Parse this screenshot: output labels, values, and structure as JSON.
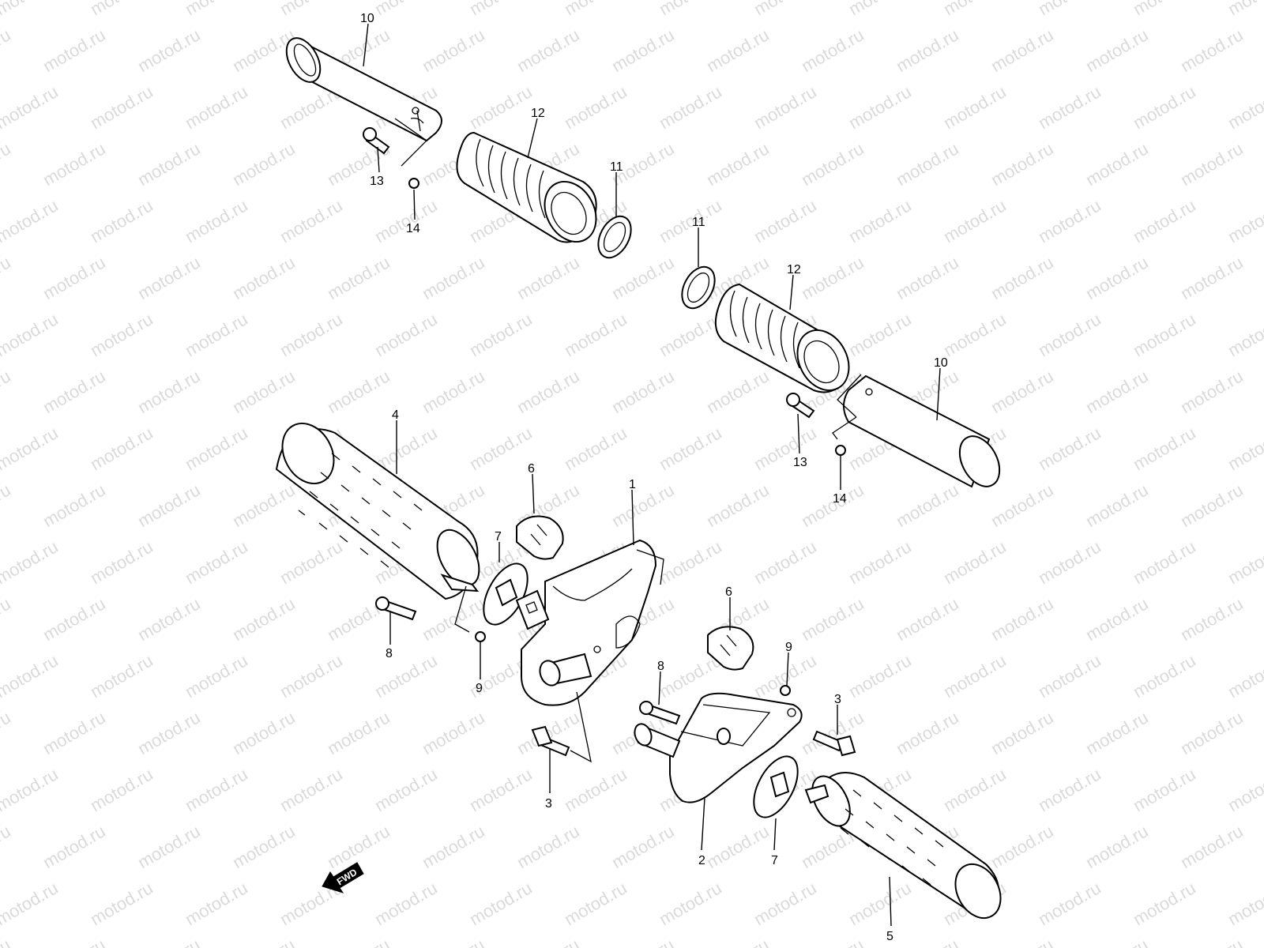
{
  "watermark": "motod.ru",
  "callouts": {
    "c1": "1",
    "c2": "2",
    "c3a": "3",
    "c3b": "3",
    "c4": "4",
    "c5": "5",
    "c6a": "6",
    "c6b": "6",
    "c7a": "7",
    "c7b": "7",
    "c8a": "8",
    "c8b": "8",
    "c9a": "9",
    "c9b": "9",
    "c10a": "10",
    "c10b": "10",
    "c11a": "11",
    "c11b": "11",
    "c12a": "12",
    "c12b": "12",
    "c13a": "13",
    "c13b": "13",
    "c14a": "14",
    "c14b": "14"
  },
  "fwd_arrow": "FWD",
  "colors": {
    "line": "#000000",
    "watermark": "#bdbdbd",
    "background": "#ffffff"
  }
}
